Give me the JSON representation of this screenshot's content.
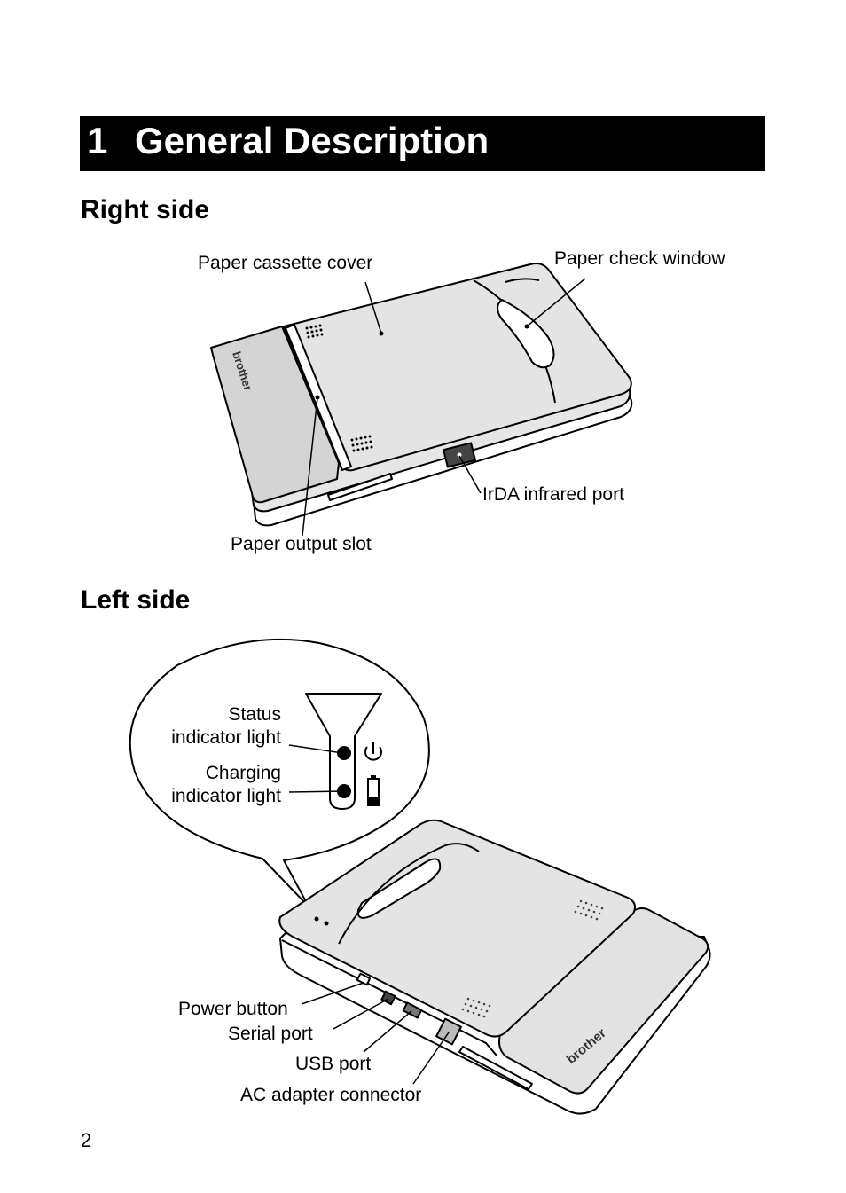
{
  "header": {
    "number": "1",
    "title": "General Description"
  },
  "right_side": {
    "heading": "Right side",
    "labels": {
      "paper_cassette_cover": "Paper cassette cover",
      "paper_check_window": "Paper check window",
      "irda_port": "IrDA infrared port",
      "paper_output_slot": "Paper output slot"
    },
    "brand": "brother"
  },
  "left_side": {
    "heading": "Left side",
    "labels": {
      "status_indicator_line1": "Status",
      "status_indicator_line2": "indicator light",
      "charging_indicator_line1": "Charging",
      "charging_indicator_line2": "indicator light",
      "power_button": "Power button",
      "serial_port": "Serial port",
      "usb_port": "USB port",
      "ac_adapter": "AC adapter connector"
    },
    "brand": "brother"
  },
  "footer": {
    "page_number": "2"
  }
}
